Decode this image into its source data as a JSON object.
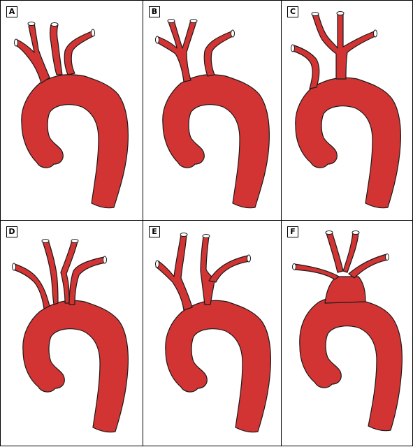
{
  "colors": {
    "vessel": "#d13432",
    "outline": "#1a1a1a",
    "background": "#ffffff"
  },
  "panels": [
    {
      "label": "A"
    },
    {
      "label": "B"
    },
    {
      "label": "C"
    },
    {
      "label": "D"
    },
    {
      "label": "E"
    },
    {
      "label": "F"
    }
  ]
}
